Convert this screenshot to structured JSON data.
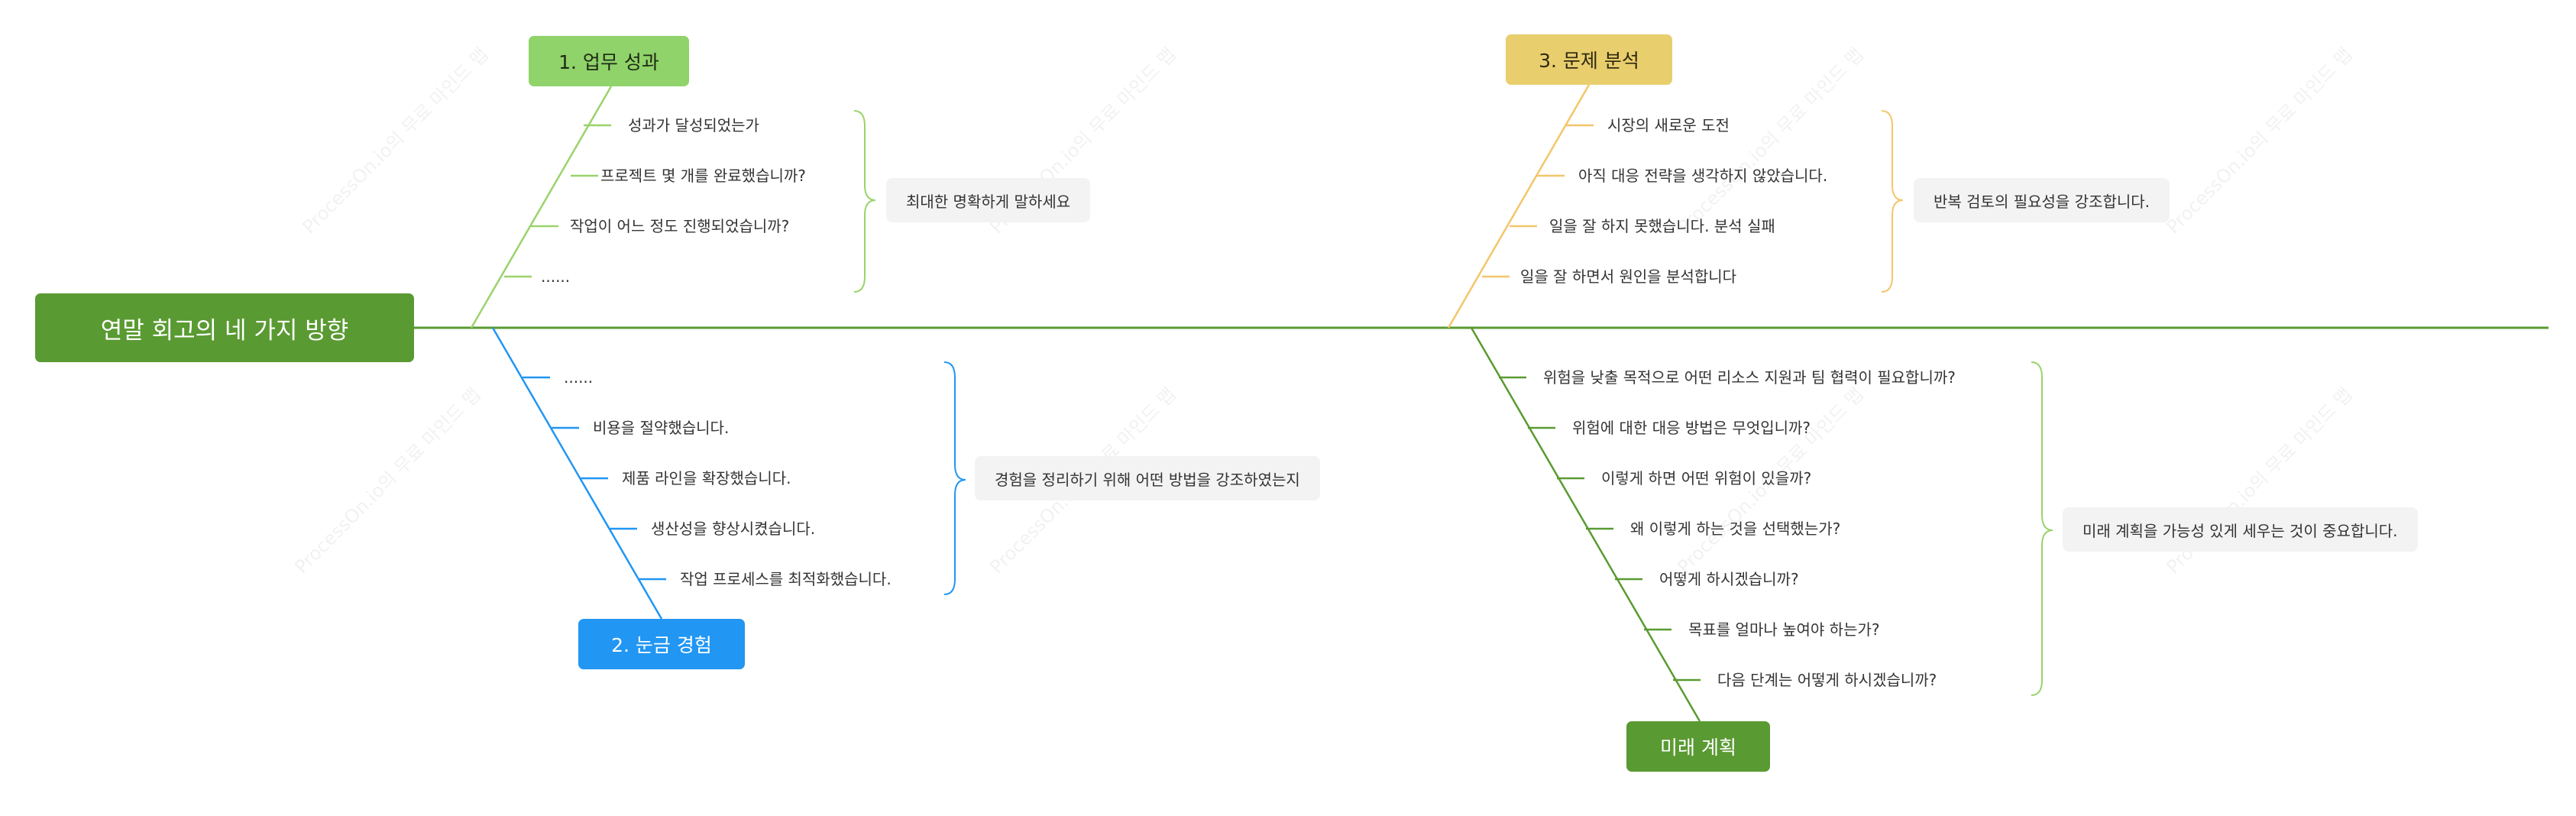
{
  "root": {
    "label": "연말 회고의 네 가지 방향"
  },
  "colors": {
    "spine": "#5a9a32",
    "branch1": "#8fd36a",
    "branch1_line": "#9ad36c",
    "branch2": "#2196f3",
    "branch3": "#e9ce6e",
    "branch3_line": "#f3c66a",
    "branch4": "#5a9a32",
    "summary_bg": "#f3f3f3",
    "text": "#333333"
  },
  "branches": [
    {
      "label": "1. 업무 성과",
      "items": [
        "성과가 달성되었는가",
        "프로젝트 몇 개를 완료했습니까?",
        "작업이 어느 정도 진행되었습니까?",
        "......"
      ],
      "summary": "최대한 명확하게 말하세요"
    },
    {
      "label": "2. 눈금 경험",
      "items": [
        "......",
        "비용을 절약했습니다.",
        "제품 라인을 확장했습니다.",
        "생산성을 향상시켰습니다.",
        "작업 프로세스를 최적화했습니다."
      ],
      "summary": "경험을 정리하기 위해 어떤 방법을 강조하였는지"
    },
    {
      "label": "3. 문제 분석",
      "items": [
        "시장의 새로운 도전",
        "아직 대응 전략을 생각하지 않았습니다.",
        "일을 잘 하지 못했습니다. 분석 실패",
        "일을 잘 하면서 원인을 분석합니다"
      ],
      "summary": "반복 검토의 필요성을 강조합니다."
    },
    {
      "label": "미래 계획",
      "items": [
        "위험을 낮출 목적으로 어떤 리소스 지원과 팀 협력이 필요합니까?",
        "위험에 대한 대응 방법은 무엇입니까?",
        "이렇게 하면 어떤 위험이 있을까?",
        "왜 이렇게 하는 것을 선택했는가?",
        "어떻게 하시겠습니까?",
        "목표를 얼마나 높여야 하는가?",
        "다음 단계는 어떻게 하시겠습니까?"
      ],
      "summary": "미래 계획을 가능성 있게 세우는 것이 중요합니다."
    }
  ],
  "watermark": {
    "text": "ProcessOn.io의 무료 마인드 맵"
  }
}
